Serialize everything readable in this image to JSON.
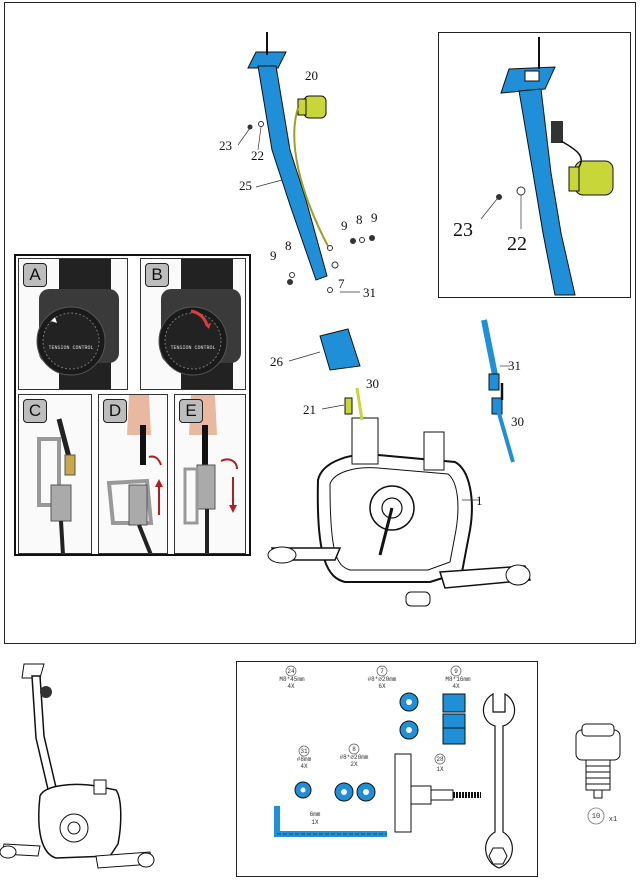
{
  "main_labels": {
    "p20": "20",
    "p23": "23",
    "p22": "22",
    "p25": "25",
    "p9a": "9",
    "p8a": "8",
    "p9b": "9",
    "p9c": "9",
    "p8b": "8",
    "p7": "7",
    "p31a": "31",
    "p26": "26",
    "p30a": "30",
    "p21": "21",
    "p1": "1",
    "p31b": "31",
    "p30b": "30"
  },
  "inset_labels": {
    "p23": "23",
    "p22": "22"
  },
  "steps": {
    "a": "A",
    "b": "B",
    "c": "C",
    "d": "D",
    "e": "E",
    "knob_text": "TENSION CONTROL",
    "knob_text_b": "TENSION CONTROL"
  },
  "parts": {
    "p24": {
      "num": "24",
      "spec": "M8*45mm",
      "qty": "4X"
    },
    "p7": {
      "num": "7",
      "spec": "#8*∅20mm",
      "qty": "6X"
    },
    "p9": {
      "num": "9",
      "spec": "M8*16mm",
      "qty": "4X"
    },
    "p31": {
      "num": "31",
      "spec": "#8mm",
      "qty": "4X"
    },
    "p8": {
      "num": "8",
      "spec": "#8*∅20mm",
      "qty": "2X"
    },
    "p28": {
      "num": "28",
      "qty": "1X"
    },
    "hex": {
      "spec": "6mm",
      "qty": "1X"
    }
  },
  "pedal_part": {
    "num": "10",
    "qty": "x1"
  },
  "colors": {
    "blue": "#1f8fd8",
    "yellow_green": "#c8d63a",
    "frame": "#222222"
  }
}
